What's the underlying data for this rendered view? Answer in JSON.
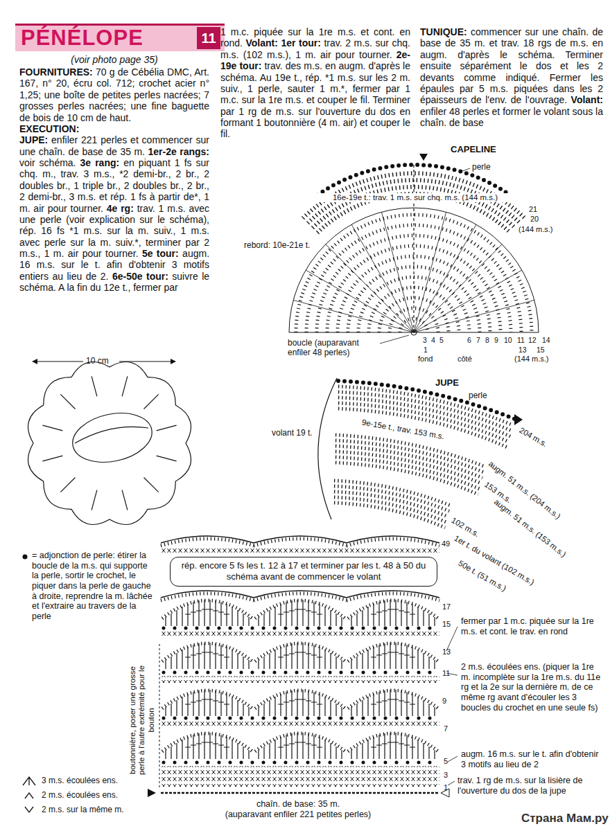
{
  "diagram": {
    "nodes": [
      {
        "text": [
          "PÉNÉLOPE"
        ]
      },
      {
        "text": [
          "11"
        ],
        "in": 0
      },
      {
        "text": [
          "rép. encore 5 fs les t. 12 à 17 et terminer par les t. 48 à 50 du schéma avant de commencer le volant"
        ]
      }
    ],
    "labels": [
      "(voir photo page 35)",
      "FOURNITURES:",
      "70 g de Cébélia DMC, Art. 167, n° 20, écru col. 712; crochet acier n° 1,25; une boîte de petites perles nacrées; 7 grosses perles nacrées; une fine baguette de bois de 10 cm de haut.",
      "EXECUTION:",
      "JUPE:",
      "enfiler 221 perles et commencer sur une chaîn. de base de 35 m.",
      "1er-2e rangs:",
      "voir schéma.",
      "3e rang:",
      "en piquant 1 fs sur chq. m., trav. 3 m.s., *2 demi-br., 2 br., 2 doubles br., 1 triple br., 2 doubles br., 2 br., 2 demi-br., 3 m.s. et rép. 1 fs à partir de*, 1 m. air pour tourner.",
      "4e rg:",
      "trav. 1 m.s. avec une perle (voir explication sur le schéma), rép. 16 fs *1 m.s. sur la m. suiv., 1 m.s. avec perle sur la m. suiv.*, terminer par 2 m.s., 1 m. air pour tourner.",
      "5e tour:",
      "augm. 16 m.s. sur le t. afin d'obtenir 3 motifs entiers au lieu de 2.",
      "6e-50e tour:",
      "suivre le schéma. A la fin du 12e t., fermer par",
      "1 m.c. piquée sur la 1re m.s. et cont. en rond.",
      "Volant:",
      "1er tour:",
      "trav. 2 m.s. sur chq. m.s. (102 m.s.), 1 m. air pour tourner.",
      "2e-19e tour:",
      "trav. des m.s. en augm. d'après le schéma. Au 19e t., rép. *1 m.s. sur les 2 m. suiv., 1 perle, sauter 1 m.*, fermer par 1 m.c. sur la 1re m.s. et couper le fil. Terminer par 1 rg de m.s. sur l'ouverture du dos en formant 1 boutonnière (4 m. air) et couper le fil.",
      "TUNIQUE:",
      "commencer sur une chaîn. de base de 35 m. et trav. 18 rgs de m.s. en augm. d'après le schéma. Terminer ensuite séparément le dos et les 2 devants comme indiqué. Fermer les épaules par 5 m.s. piquées dans les 2 épaisseurs de l'env. de l'ouvrage.",
      "Volant:",
      "enfiler 48 perles et former le volant sous la chaîn. de base",
      "CAPELINE",
      "perle",
      "16e-19e t.: trav. 1 m.s. sur chq. m.s. (144 m.s.)",
      "21",
      "20",
      "(144 m.s.)",
      "rebord: 10e-21e t.",
      "boucle (auparavant enfiler 48 perles)",
      "3",
      "4",
      "5",
      "6",
      "7",
      "8",
      "9",
      "10",
      "11",
      "12",
      "14",
      "1",
      "13",
      "15",
      "fond",
      "côté",
      "(144 m.s.)",
      "10 cm",
      "JUPE",
      "perle",
      "volant 19 t.",
      "9e-15e t., trav. 153 m.s.",
      "204 m.s.",
      "augm. 51 m.s. (204 m.s.)",
      "153 m.s.",
      "augm. 51 m.s. (153 m.s.)",
      "102 m.s.",
      "1er t. du volant (102 m.s.)",
      "49",
      "50e t. (51 m.s.)",
      "17",
      "15",
      "13",
      "11",
      "9",
      "7",
      "5",
      "3",
      "1",
      "boutonnière, poser une grosse perle à l'autre extrémité pour le bouton",
      "fermer par 1 m.c. piquée sur la 1re m.s. et cont. le trav. en rond",
      "2 m.s. écoulées ens. (piquer la 1re m. incomplète sur la 1re m.s. du 11e rg et la 2e sur la dernière m. de ce même rg avant d'écouler les 3 boucles du crochet en une seule fs)",
      "augm. 16 m.s. sur le t. afin d'obtenir 3 motifs au lieu de 2",
      "trav. 1 rg de m.s. sur la lisière de l'ouverture du dos de la jupe",
      "chaîn. de base: 35 m.",
      "(auparavant enfiler 221 petites perles)",
      "Страна Мам.ру"
    ],
    "legend": [
      {
        "text": "= adjonction de perle: étirer la boucle de la m.s. qui supporte la perle, sortir le crochet, le piquer dans la perle de gauche à droite, reprendre la m. lâchée et l'extraire au travers de la perle"
      },
      {
        "text": "3 m.s. écoulées ens."
      },
      {
        "text": "2 m.s. écoulées ens."
      },
      {
        "text": "2 m.s. sur la même m."
      }
    ]
  }
}
